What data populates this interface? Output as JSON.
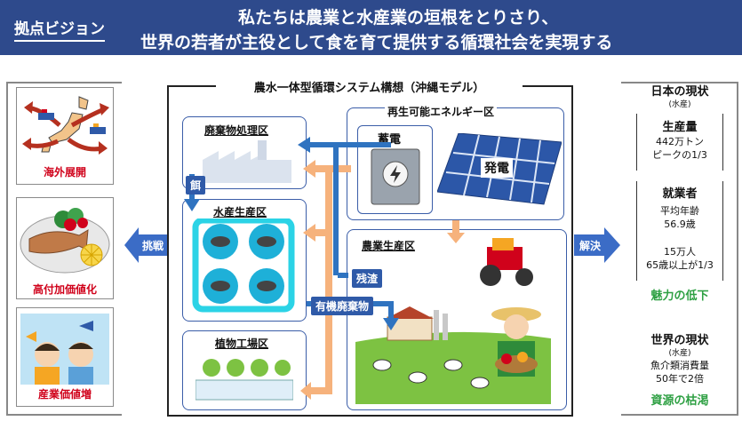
{
  "header": {
    "title": "拠点ビジョン",
    "line1": "私たちは農業と水産業の垣根をとりさり、",
    "line2": "世界の若者が主役として食を育て提供する循環社会を実現する"
  },
  "left_panels": [
    {
      "label": "海外展開"
    },
    {
      "label": "高付加価値化"
    },
    {
      "label": "産業価値増"
    }
  ],
  "arrows": {
    "challenge": "挑戦",
    "solution": "解決"
  },
  "main": {
    "title": "農水一体型循環システム構想（沖縄モデル）",
    "zones": {
      "waste": "廃棄物処理区",
      "renewable": "再生可能エネルギー区",
      "aqua": "水産生産区",
      "agri": "農業生産区",
      "plant": "植物工場区"
    },
    "storage": "蓄電",
    "generation": "発電",
    "feed": "餌",
    "residue": "残渣",
    "organic_waste": "有機廃棄物"
  },
  "right": {
    "japan_title": "日本の現状",
    "japan_sub": "(水産)",
    "production_title": "生産量",
    "production_l1": "442万トン",
    "production_l2": "ピークの1/3",
    "employment_title": "就業者",
    "employment_l1": "平均年齢",
    "employment_l2": "56.9歳",
    "employment_l3": "15万人",
    "employment_l4": "65歳以上が1/3",
    "japan_result": "魅力の低下",
    "world_title": "世界の現状",
    "world_sub": "(水産)",
    "world_l1": "魚介類消費量",
    "world_l2": "50年で2倍",
    "world_result": "資源の枯渇"
  },
  "colors": {
    "header_bg": "#2e4a8c",
    "accent_blue": "#3b6cc6",
    "red": "#d0021b",
    "green": "#2ea043",
    "orange": "#f6b27c"
  }
}
